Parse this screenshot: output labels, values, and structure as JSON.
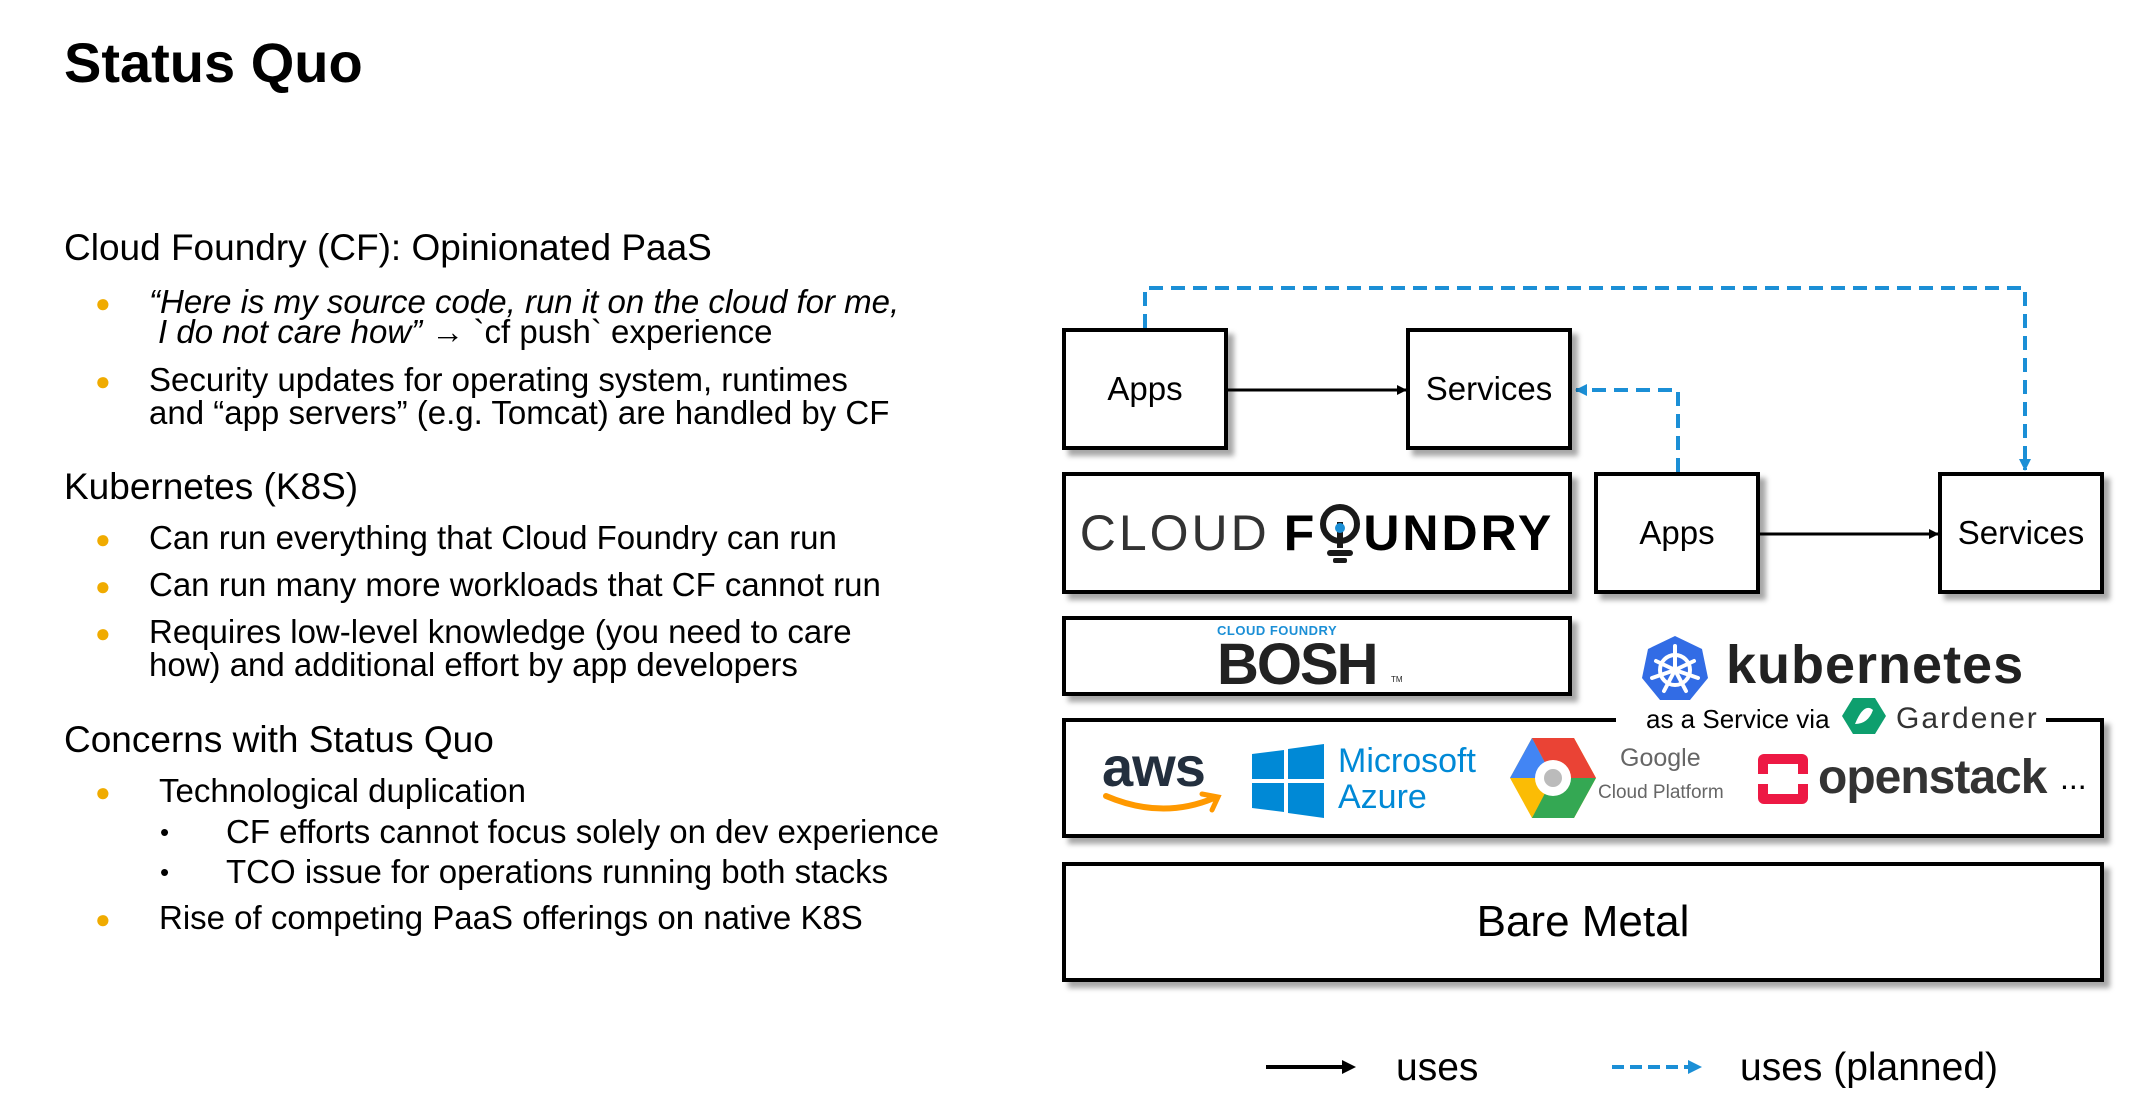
{
  "slide": {
    "title": "Status Quo",
    "sections": [
      {
        "heading": "Cloud Foundry (CF): Opinionated PaaS",
        "bullets": [
          {
            "lines": [
              "“Here is my source code, run it on the cloud for me,",
              "I do not care how”"
            ],
            "tail": " → `cf push` experience"
          },
          {
            "lines": [
              "Security updates for operating system, runtimes",
              "and “app servers” (e.g. Tomcat) are handled by CF"
            ]
          }
        ]
      },
      {
        "heading": "Kubernetes (K8S)",
        "bullets": [
          {
            "lines": [
              "Can run everything that Cloud Foundry can run"
            ]
          },
          {
            "lines": [
              "Can run many more workloads that CF cannot run"
            ]
          },
          {
            "lines": [
              "Requires low-level knowledge (you need to care",
              "how) and additional effort by app developers"
            ]
          }
        ]
      },
      {
        "heading": "Concerns with Status Quo",
        "bullets": [
          {
            "lines": [
              "Technological duplication"
            ]
          },
          {
            "lines": [
              "CF efforts cannot focus solely on dev experience"
            ]
          },
          {
            "lines": [
              "TCO issue for operations running both stacks"
            ]
          },
          {
            "lines": [
              "Rise of competing PaaS offerings on native K8S"
            ]
          }
        ]
      }
    ]
  },
  "diagram": {
    "cf_apps": "Apps",
    "cf_services": "Services",
    "k8s_apps": "Apps",
    "k8s_services": "Services",
    "cloud_foundry_logo": {
      "text_a": "CLOUD",
      "text_b": "F",
      "text_c": "UNDRY"
    },
    "bosh_logo": {
      "small": "CLOUD FOUNDRY",
      "main": "BOSH",
      "tm": "TM"
    },
    "kubernetes_logo": {
      "name": "kubernetes",
      "sub": "as a Service via",
      "gardener": "Gardener"
    },
    "iaas": {
      "aws": "aws",
      "azure_a": "Microsoft",
      "azure_b": "Azure",
      "google_a": "Google",
      "google_b": "Cloud Platform",
      "openstack": "openstack",
      "ellipsis": "..."
    },
    "bare_metal": "Bare Metal"
  },
  "legend": {
    "uses": "uses",
    "uses_planned": "uses (planned)"
  },
  "colors": {
    "bullet": "#F0AB00",
    "dashed": "#1B8FD6",
    "k8s_blue": "#326CE5",
    "gardener": "#0E9F6E",
    "aws_orange": "#FF9900",
    "azure_blue": "#0089D6",
    "openstack_red": "#ED1944"
  }
}
